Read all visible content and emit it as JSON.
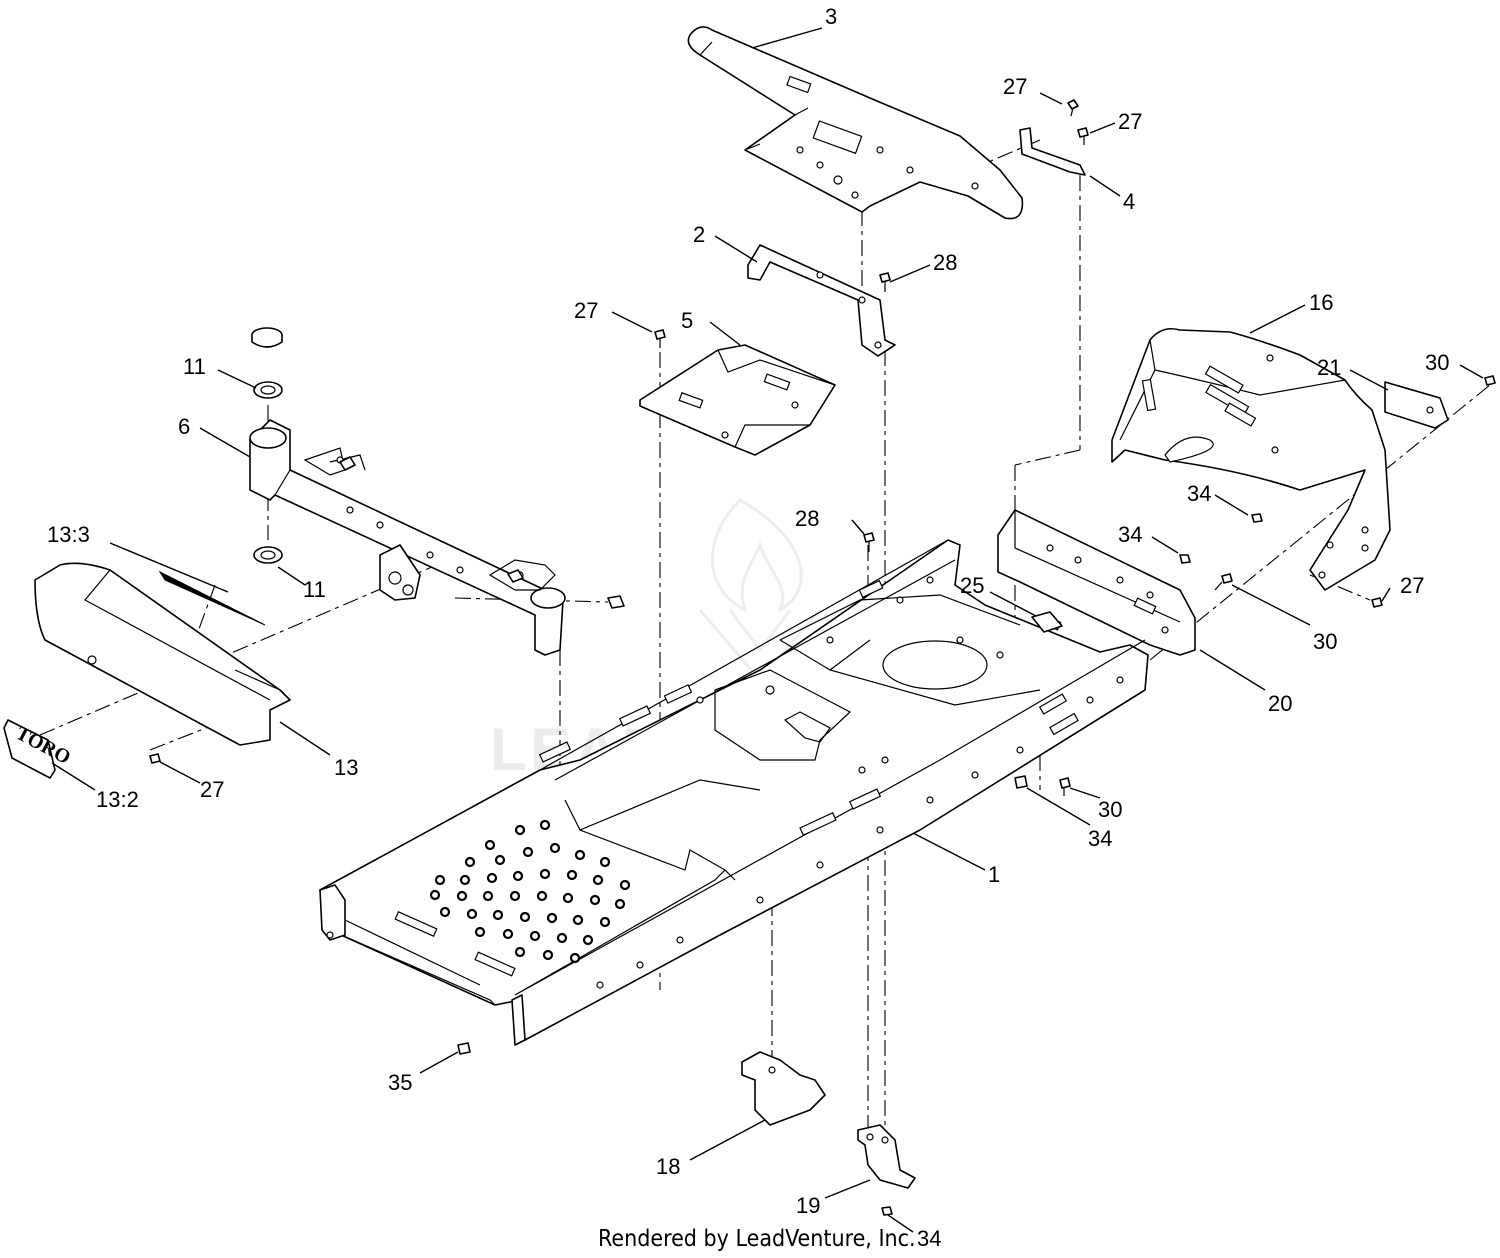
{
  "callouts": {
    "c1": "1",
    "c2": "2",
    "c3": "3",
    "c4": "4",
    "c5": "5",
    "c6": "6",
    "c11a": "11",
    "c11b": "11",
    "c13": "13",
    "c13_2": "13:2",
    "c13_3": "13:3",
    "c16": "16",
    "c18": "18",
    "c19": "19",
    "c20": "20",
    "c21": "21",
    "c25": "25",
    "c27a": "27",
    "c27b": "27",
    "c27c": "27",
    "c27d": "27",
    "c27e": "27",
    "c28a": "28",
    "c28b": "28",
    "c30a": "30",
    "c30b": "30",
    "c30c": "30",
    "c34a": "34",
    "c34b": "34",
    "c34c": "34",
    "c34d": "34",
    "c35": "35"
  },
  "logo_text": "TORO",
  "watermark_text": "LEADVENTURE",
  "footer": "Rendered by LeadVenture, Inc."
}
